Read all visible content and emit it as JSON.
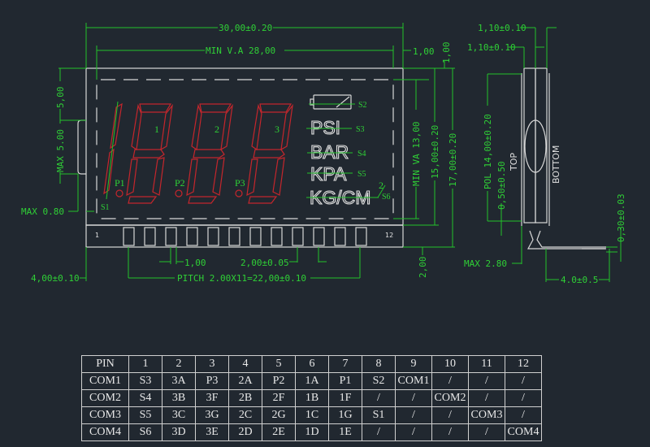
{
  "drawing": {
    "front_view": {
      "dimensions": {
        "overall_width": "30,00±0.20",
        "min_va_width": "MIN V.A 28,00",
        "right_offset_h": "1,00",
        "right_offset_v": "1,00",
        "top_margin": "5,00",
        "max_tab": "MAX 5.00",
        "max_tab_depth": "MAX 0.80",
        "pin_start": "4,00±0.10",
        "pin_width": "1,00",
        "pin_pitch": "2,00±0.05",
        "pitch_total": "PITCH 2.00X11=22,00±0.10",
        "min_va_height": "MIN VA 13,00",
        "height_glass": "15,00±0.20",
        "height_overall": "17,00±0.20",
        "pin_row_height": "2,00"
      },
      "digit_labels": [
        "1",
        "2",
        "3"
      ],
      "point_labels": [
        "P1",
        "P2",
        "P3"
      ],
      "s1_label": "S1",
      "icons": [
        {
          "text": "PSI",
          "seg": "S3"
        },
        {
          "text": "BAR",
          "seg": "S4"
        },
        {
          "text": "KPA",
          "seg": "S5"
        },
        {
          "text": "KG/CM",
          "sup": "2",
          "seg": "S6"
        }
      ],
      "battery_seg": "S2",
      "pin_first": "1",
      "pin_last": "12"
    },
    "side_view": {
      "dimensions": {
        "glass_top": "1,10±0.10",
        "glass_bottom": "1,10±0.10",
        "pol": "POL 14,00±0.20",
        "pol_offset": "0,50±0.50",
        "pin_thickness": "0,30±0.03",
        "max_depth": "MAX 2.80",
        "pin_length": "4.0±0.5"
      },
      "top_label": "TOP",
      "bottom_label": "BOTTOM"
    }
  },
  "pin_table": {
    "header": [
      "PIN",
      "1",
      "2",
      "3",
      "4",
      "5",
      "6",
      "7",
      "8",
      "9",
      "10",
      "11",
      "12"
    ],
    "rows": [
      [
        "COM1",
        "S3",
        "3A",
        "P3",
        "2A",
        "P2",
        "1A",
        "P1",
        "S2",
        "COM1",
        "/",
        "/",
        "/"
      ],
      [
        "COM2",
        "S4",
        "3B",
        "3F",
        "2B",
        "2F",
        "1B",
        "1F",
        "/",
        "/",
        "COM2",
        "/",
        "/"
      ],
      [
        "COM3",
        "S5",
        "3C",
        "3G",
        "2C",
        "2G",
        "1C",
        "1G",
        "S1",
        "/",
        "/",
        "COM3",
        "/"
      ],
      [
        "COM4",
        "S6",
        "3D",
        "3E",
        "2D",
        "2E",
        "1D",
        "1E",
        "/",
        "/",
        "/",
        "/",
        "COM4"
      ]
    ]
  }
}
